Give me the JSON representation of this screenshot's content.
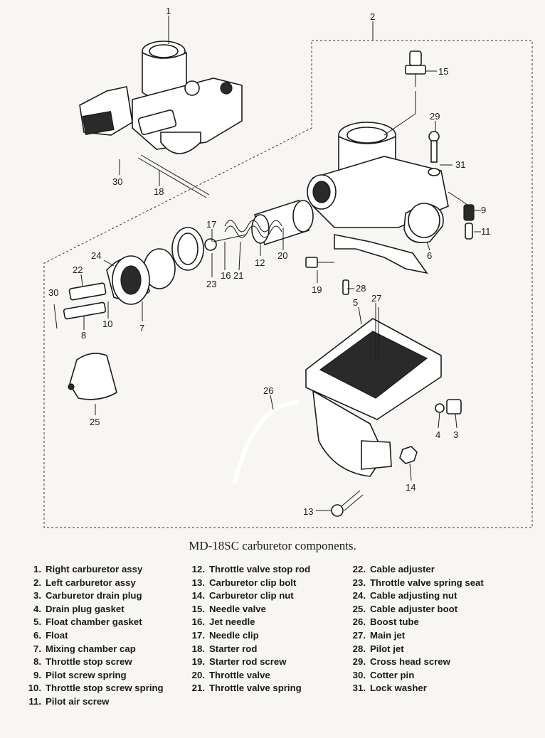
{
  "callouts": [
    "1",
    "2",
    "3",
    "4",
    "5",
    "6",
    "7",
    "8",
    "9",
    "10",
    "11",
    "12",
    "13",
    "14",
    "15",
    "16",
    "17",
    "18",
    "19",
    "20",
    "21",
    "22",
    "23",
    "24",
    "25",
    "26",
    "27",
    "28",
    "29",
    "30",
    "30",
    "31"
  ],
  "caption": "MD-18SC carburetor components.",
  "legend": {
    "col1": [
      {
        "num": "1.",
        "label": "Right carburetor assy"
      },
      {
        "num": "2.",
        "label": "Left carburetor assy"
      },
      {
        "num": "3.",
        "label": "Carburetor drain plug"
      },
      {
        "num": "4.",
        "label": "Drain plug gasket"
      },
      {
        "num": "5.",
        "label": "Float chamber gasket"
      },
      {
        "num": "6.",
        "label": "Float"
      },
      {
        "num": "7.",
        "label": "Mixing chamber cap"
      },
      {
        "num": "8.",
        "label": "Throttle stop screw"
      },
      {
        "num": "9.",
        "label": "Pilot screw spring"
      },
      {
        "num": "10.",
        "label": "Throttle stop screw spring"
      },
      {
        "num": "11.",
        "label": "Pilot air screw"
      }
    ],
    "col2": [
      {
        "num": "12.",
        "label": "Throttle valve stop rod"
      },
      {
        "num": "13.",
        "label": "Carburetor clip bolt"
      },
      {
        "num": "14.",
        "label": "Carburetor clip nut"
      },
      {
        "num": "15.",
        "label": "Needle valve"
      },
      {
        "num": "16.",
        "label": "Jet needle"
      },
      {
        "num": "17.",
        "label": "Needle clip"
      },
      {
        "num": "18.",
        "label": "Starter rod"
      },
      {
        "num": "19.",
        "label": "Starter  rod  screw"
      },
      {
        "num": "20.",
        "label": "Throttle valve"
      },
      {
        "num": "21.",
        "label": "Throttle valve spring"
      }
    ],
    "col3": [
      {
        "num": "22.",
        "label": "Cable adjuster"
      },
      {
        "num": "23.",
        "label": "Throttle valve spring seat"
      },
      {
        "num": "24.",
        "label": "Cable adjusting nut"
      },
      {
        "num": "25.",
        "label": "Cable adjuster boot"
      },
      {
        "num": "26.",
        "label": "Boost tube"
      },
      {
        "num": "27.",
        "label": "Main jet"
      },
      {
        "num": "28.",
        "label": "Pilot jet"
      },
      {
        "num": "29.",
        "label": "Cross head screw"
      },
      {
        "num": "30.",
        "label": "Cotter pin"
      },
      {
        "num": "31.",
        "label": "Lock washer"
      }
    ]
  }
}
